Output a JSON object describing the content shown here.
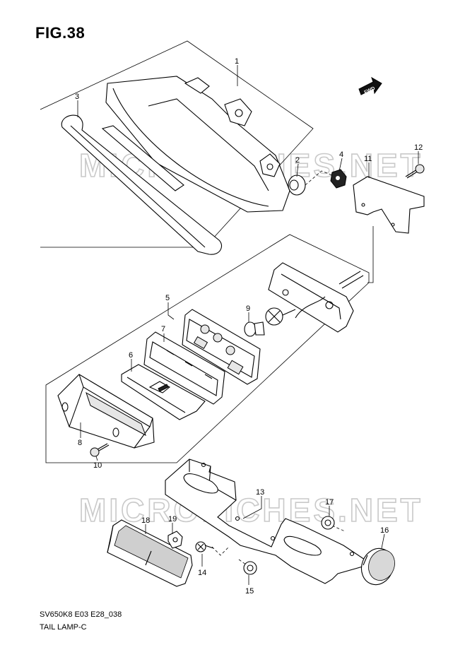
{
  "figure_title": "FIG.38",
  "code": "SV650K8 E03 E28_038",
  "caption": "TAIL LAMP-C",
  "watermark": "MICROFICHES.NET",
  "fwd_label": "FWD",
  "callouts": {
    "c1": "1",
    "c2": "2",
    "c3": "3",
    "c4": "4",
    "c5": "5",
    "c6": "6",
    "c7": "7",
    "c8": "8",
    "c9": "9",
    "c10": "10",
    "c11": "11",
    "c12": "12",
    "c13": "13",
    "c14": "14",
    "c15": "15",
    "c16": "16",
    "c17": "17",
    "c18": "18",
    "c19": "19"
  }
}
